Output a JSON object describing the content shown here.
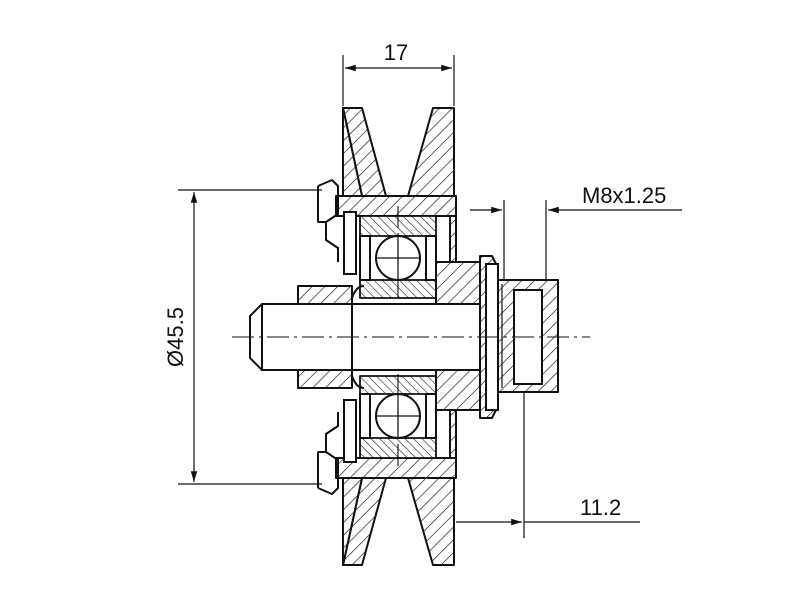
{
  "dimensions": {
    "width": "17",
    "diameter": "Ø45.5",
    "thread": "M8x1.25",
    "offset": "11.2"
  }
}
